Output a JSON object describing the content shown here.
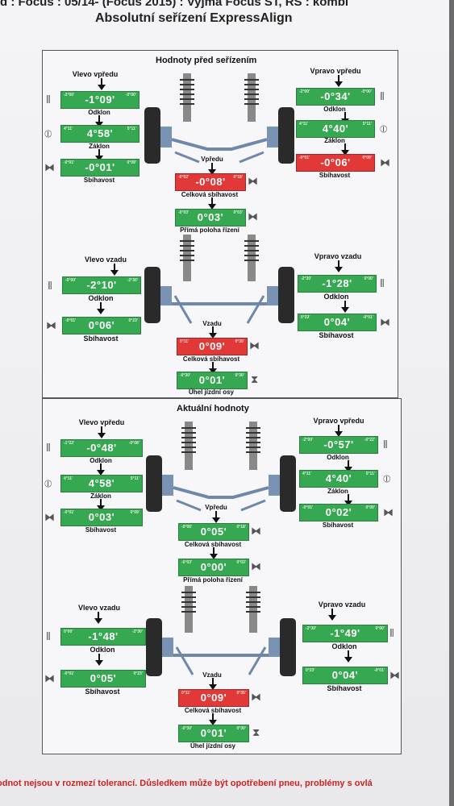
{
  "header": {
    "line1": "d : Focus : 05/14-   (Focus 2015) : Vyjma Focus ST, RS : kombi",
    "line2": "Absolutní seřízení ExpressAlign"
  },
  "before": {
    "title": "Hodnoty před seřízením",
    "front_left": {
      "title": "Vlevo vpředu",
      "camber": {
        "value": "-1°09'",
        "min": "-2°00'",
        "max": "-0°00'",
        "label": "Odklon"
      },
      "caster": {
        "value": "4°58'",
        "min": "4°11'",
        "max": "5°11'",
        "label": "Záklon"
      },
      "toe": {
        "value": "-0°01'",
        "min": "-0°01'",
        "max": "0°09'",
        "label": "Sbíhavost"
      }
    },
    "front_right": {
      "title": "Vpravo vpředu",
      "camber": {
        "value": "-0°34'",
        "min": "-2°00'",
        "max": "-0°00'",
        "label": "Odklon"
      },
      "caster": {
        "value": "4°40'",
        "min": "4°11'",
        "max": "5°11'",
        "label": "Záklon"
      },
      "toe": {
        "value": "-0°06'",
        "min": "-0°01'",
        "max": "0°09'",
        "label": "Sbíhavost"
      }
    },
    "front_total": {
      "title": "Vpředu",
      "value": "-0°08'",
      "min": "-0°02'",
      "max": "0°18'",
      "label": "Celková sbíhavost"
    },
    "steering": {
      "value": "0°03'",
      "min": "-0°03'",
      "max": "0°03'",
      "label": "Přímá poloha řízení"
    },
    "rear_left": {
      "title": "Vlevo vzadu",
      "camber": {
        "value": "-2°10'",
        "min": "-0°00'",
        "max": "-2°30'",
        "label": "Odklon"
      },
      "toe": {
        "value": "0°06'",
        "min": "-0°01'",
        "max": "0°23'",
        "label": "Sbíhavost"
      }
    },
    "rear_right": {
      "title": "Vpravo vzadu",
      "camber": {
        "value": "-1°28'",
        "min": "-2°30'",
        "max": "0°00'",
        "label": "Odklon"
      },
      "toe": {
        "value": "0°04'",
        "min": "0°23'",
        "max": "-0°01'",
        "label": "Sbíhavost"
      }
    },
    "rear_total": {
      "title": "Vzadu",
      "value": "0°09'",
      "min": "0°11'",
      "max": "0°35'",
      "label": "Celková sbíhavost"
    },
    "thrust": {
      "value": "0°01'",
      "min": "-0°30'",
      "max": "0°30'",
      "label": "Úhel jízdní osy"
    }
  },
  "actual": {
    "title": "Aktuální hodnoty",
    "front_left": {
      "title": "Vlevo vpředu",
      "camber": {
        "value": "-0°48'",
        "min": "-1°22'",
        "max": "-0°08'",
        "label": "Odklon"
      },
      "caster": {
        "value": "4°58'",
        "min": "4°11'",
        "max": "5°11'",
        "label": "Záklon"
      },
      "toe": {
        "value": "0°03'",
        "min": "-0°01'",
        "max": "0°09'",
        "label": "Sbíhavost"
      }
    },
    "front_right": {
      "title": "Vpravo vpředu",
      "camber": {
        "value": "-0°57'",
        "min": "-2°00'",
        "max": "-0°22'",
        "label": "Odklon"
      },
      "caster": {
        "value": "4°40'",
        "min": "4°11'",
        "max": "5°11'",
        "label": "Záklon"
      },
      "toe": {
        "value": "0°02'",
        "min": "-0°01'",
        "max": "0°09'",
        "label": "Sbíhavost"
      }
    },
    "front_total": {
      "title": "Vpředu",
      "value": "0°05'",
      "min": "-0°06'",
      "max": "0°18'",
      "label": "Celková sbíhavost"
    },
    "steering": {
      "value": "0°00'",
      "min": "-0°03'",
      "max": "0°03'",
      "label": "Přímá poloha řízení"
    },
    "rear_left": {
      "title": "Vlevo vzadu",
      "camber": {
        "value": "-1°48'",
        "min": "0°00'",
        "max": "-2°30'",
        "label": "Odklon"
      },
      "toe": {
        "value": "0°05'",
        "min": "-0°01'",
        "max": "0°23'",
        "label": "Sbíhavost"
      }
    },
    "rear_right": {
      "title": "Vpravo vzadu",
      "camber": {
        "value": "-1°49'",
        "min": "-2°30'",
        "max": "0°00'",
        "label": "Odklon"
      },
      "toe": {
        "value": "0°04'",
        "min": "0°23'",
        "max": "-0°01'",
        "label": "Sbíhavost"
      }
    },
    "rear_total": {
      "title": "Vzadu",
      "value": "0°09'",
      "min": "0°11'",
      "max": "0°35'",
      "label": "Celková sbíhavost"
    },
    "thrust": {
      "value": "0°01'",
      "min": "-0°30'",
      "max": "0°30'",
      "label": "Úhel jízdní osy"
    }
  },
  "footer": "odnot nejsou v rozmezí tolerancí.  Důsledkem může být opotřebení pneu, problémy s ovlá"
}
